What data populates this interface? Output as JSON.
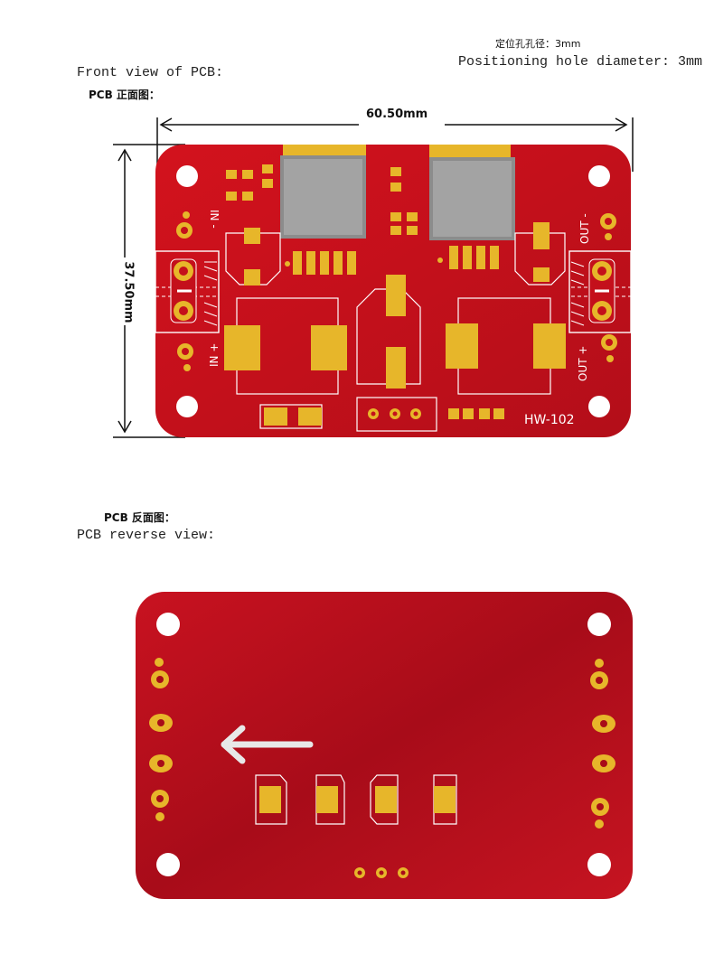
{
  "labels": {
    "hole_cn": "定位孔孔径：3mm",
    "hole_en": "Positioning hole diameter: 3mm",
    "front_en": "Front view of PCB:",
    "front_cn": "PCB 正面图：",
    "reverse_cn": "PCB 反面图：",
    "reverse_en": "PCB reverse view:"
  },
  "dimensions": {
    "width": "60.50mm",
    "height": "37.50mm"
  },
  "board": {
    "model": "HW-102",
    "in_minus": "IN -",
    "in_plus": "IN +",
    "out_minus": "OUT -",
    "out_plus": "OUT +"
  },
  "colors": {
    "pcb_red": "#c4101b",
    "pcb_red_dark": "#a50d18",
    "pad_gold": "#e7b62a",
    "silk_white": "#ffffff",
    "inductor_gray": "#9a9a9a"
  }
}
